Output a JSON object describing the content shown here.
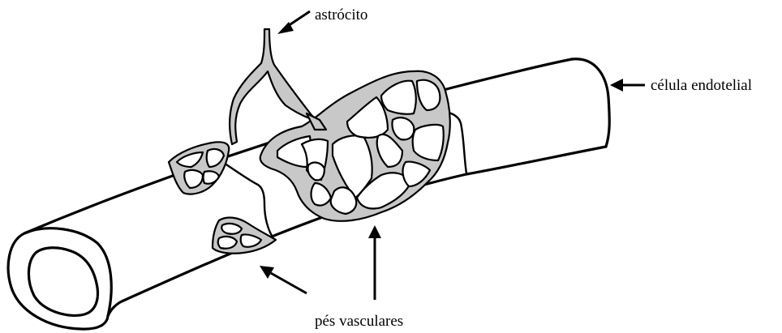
{
  "labels": {
    "astrocyte": "astrócito",
    "endothelial_cell": "célula endotelial",
    "vascular_feet": "pés vasculares"
  },
  "colors": {
    "astrocyte_fill": "#c8c8c8",
    "outline": "#000000",
    "background": "#ffffff"
  }
}
